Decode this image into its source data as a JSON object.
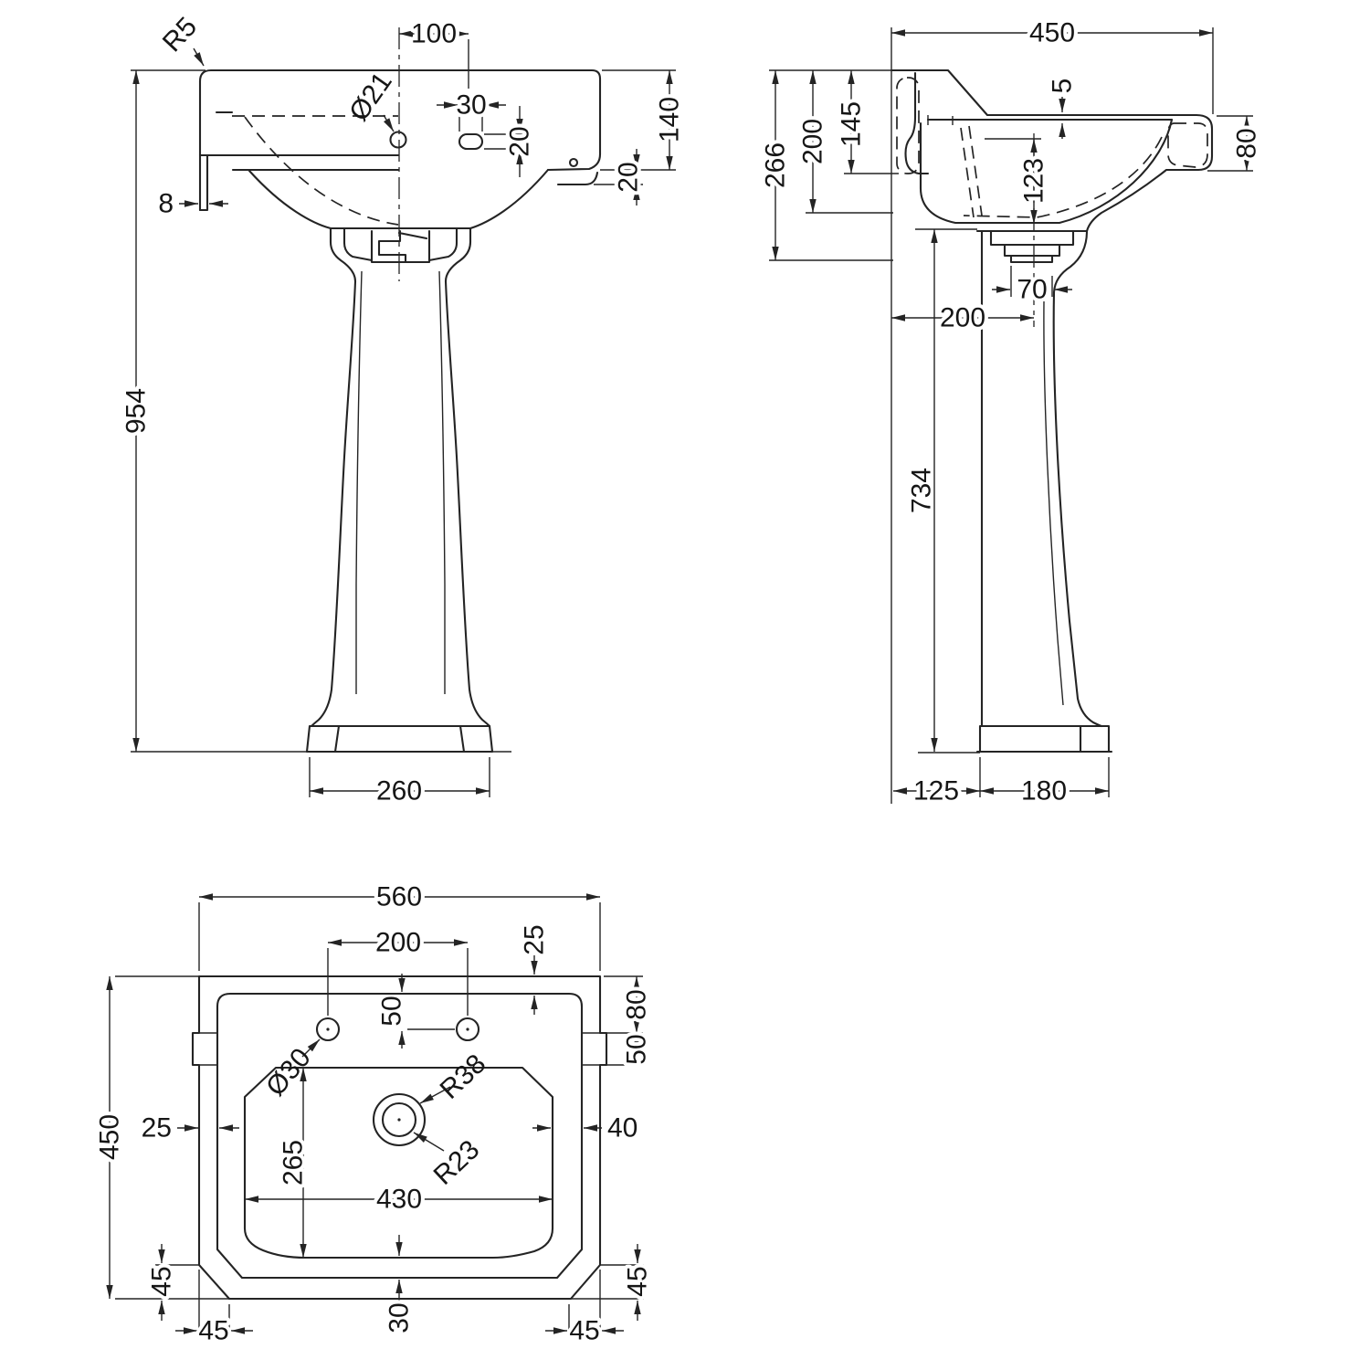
{
  "drawing_type": "pedestal-basin-technical-drawing",
  "colors": {
    "line": "#242424",
    "background": "#ffffff"
  },
  "front": {
    "r5": "R5",
    "dia21": "Ø21",
    "w100": "100",
    "w30": "30",
    "h20_slot": "20",
    "h140": "140",
    "h20_ledge": "20",
    "t8": "8",
    "h954": "954",
    "w260": "260"
  },
  "side": {
    "w450": "450",
    "t5": "5",
    "h145": "145",
    "h200": "200",
    "h266": "266",
    "h123": "123",
    "h80": "80",
    "w70": "70",
    "w200": "200",
    "h734": "734",
    "w125": "125",
    "w180": "180"
  },
  "plan": {
    "w560": "560",
    "w200": "200",
    "g25_top": "25",
    "g50_holes": "50",
    "h80": "80",
    "h50": "50",
    "dia30": "Ø30",
    "r38": "R38",
    "r23": "R23",
    "g25_left": "25",
    "g40": "40",
    "h265": "265",
    "w430": "430",
    "h450": "450",
    "c45_bl_v": "45",
    "c45_bl_h": "45",
    "g30_bottom": "30",
    "c45_br_v": "45",
    "c45_br_h": "45"
  }
}
